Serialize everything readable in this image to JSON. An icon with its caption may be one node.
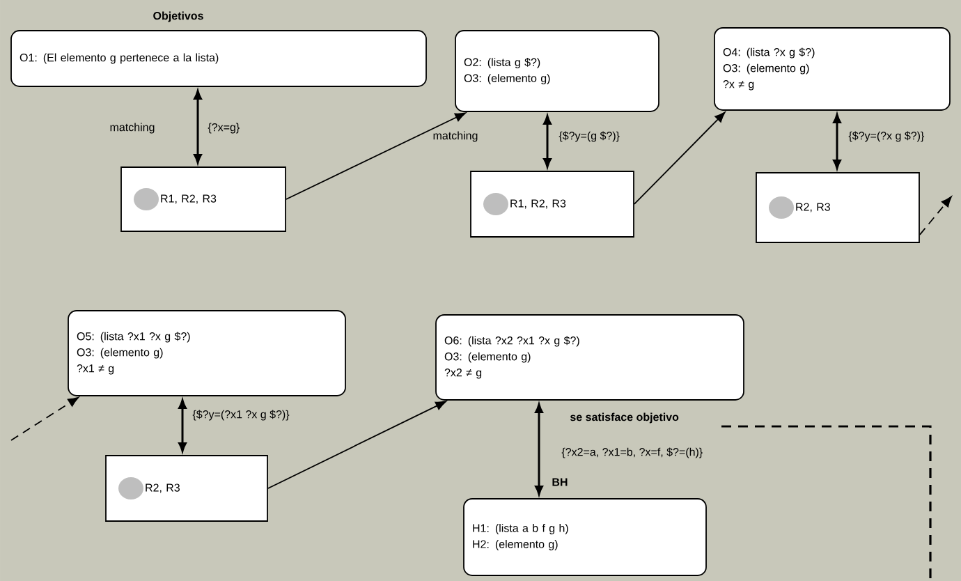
{
  "diagram": {
    "nodes": [
      {
        "text": [
          "O1: (El elemento g pertenece a la lista)"
        ]
      },
      {
        "text": [
          "R1, R2, R3"
        ]
      },
      {
        "text": [
          "O2: (lista g $?)",
          "O3: (elemento g)"
        ]
      },
      {
        "text": [
          "R1, R2, R3"
        ]
      },
      {
        "text": [
          "O4: (lista ?x g $?)",
          "O3: (elemento g)",
          "?x ≠ g"
        ]
      },
      {
        "text": [
          "R2, R3"
        ]
      },
      {
        "text": [
          "O5: (lista ?x1 ?x g $?)",
          "O3: (elemento g)",
          "?x1 ≠ g"
        ]
      },
      {
        "text": [
          "R2, R3"
        ]
      },
      {
        "text": [
          "O6: (lista  ?x2 ?x1 ?x g $?)",
          "O3: (elemento g)",
          "?x2 ≠ g"
        ]
      },
      {
        "text": [
          "H1: (lista  a b f g h)",
          "H2: (elemento  g)"
        ]
      }
    ],
    "edges": [
      {
        "from": 0,
        "to": 1,
        "arrow": "both",
        "label": "{?x=g}"
      },
      {
        "from": 1,
        "to": 2,
        "arrow": "to"
      },
      {
        "from": 2,
        "to": 3,
        "arrow": "both",
        "label": "{$?y=(g $?)}"
      },
      {
        "from": 3,
        "to": 4,
        "arrow": "to"
      },
      {
        "from": 4,
        "to": 5,
        "arrow": "both",
        "label": "{$?y=(?x g $?)}"
      },
      {
        "from": 5,
        "to": null,
        "arrow": "to",
        "style": "dashed"
      },
      {
        "from": null,
        "to": 6,
        "arrow": "to",
        "style": "dashed"
      },
      {
        "from": 6,
        "to": 7,
        "arrow": "both",
        "label": "{$?y=(?x1 ?x g $?)}"
      },
      {
        "from": 7,
        "to": 8,
        "arrow": "to"
      },
      {
        "from": 8,
        "to": 9,
        "arrow": "both",
        "label": "{?x2=a, ?x1=b, ?x=f,  $?=(h)}"
      }
    ],
    "labels": [
      "Objetivos",
      "matching",
      "matching",
      "se satisface objetivo",
      "BH"
    ]
  }
}
